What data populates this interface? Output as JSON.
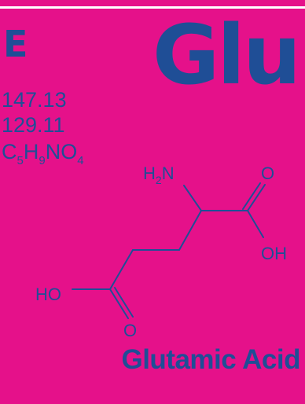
{
  "card": {
    "one_letter_code": "E",
    "three_letter_code": "Glu",
    "mass_average": "147.13",
    "mass_residue": "129.11",
    "formula": {
      "c": "C",
      "c_n": "5",
      "h": "H",
      "h_n": "9",
      "n": "N",
      "o": "O",
      "o_n": "4"
    },
    "name": "Glutamic Acid"
  },
  "structure": {
    "amine_h": "H",
    "amine_sub": "2",
    "amine_n": "N",
    "carbonyl_o_top": "O",
    "hydroxyl_right": "OH",
    "hydroxyl_left": "HO",
    "carbonyl_o_bottom": "O"
  },
  "colors": {
    "background": "#e5118a",
    "ink": "#1f4e96",
    "rule": "#ffffff"
  }
}
